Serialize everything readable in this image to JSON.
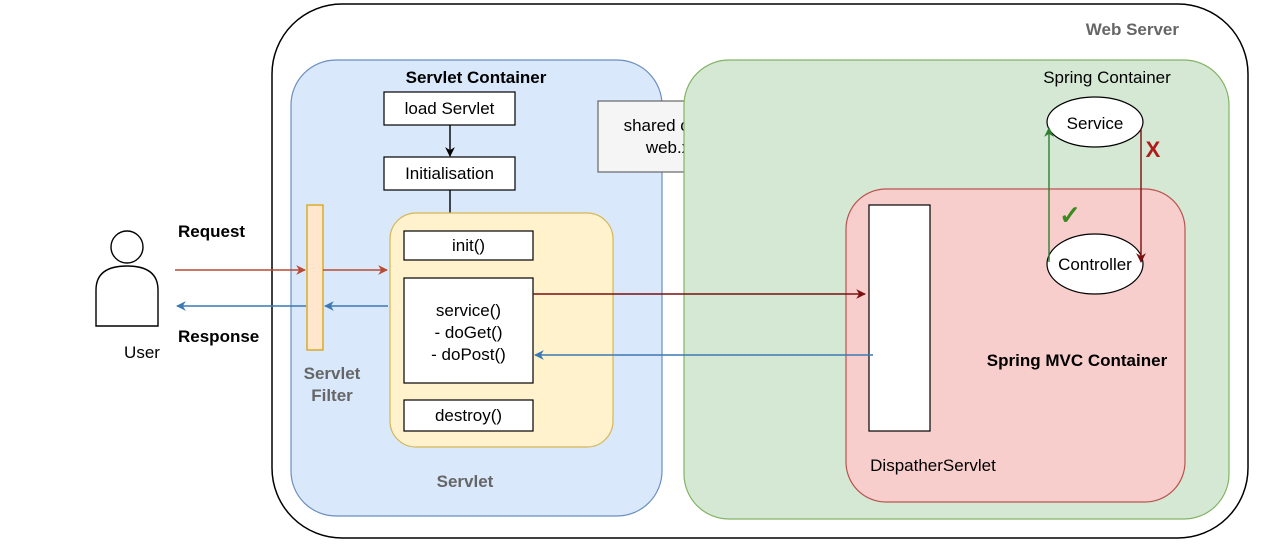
{
  "web_server": {
    "label": "Web Server"
  },
  "user": {
    "label": "User"
  },
  "request": {
    "label": "Request"
  },
  "response": {
    "label": "Response"
  },
  "servlet_filter": {
    "line1": "Servlet",
    "line2": "Filter"
  },
  "servlet_container": {
    "title": "Servlet Container",
    "load_servlet": "load Servlet",
    "initialisation": "Initialisation"
  },
  "servlet": {
    "label": "Servlet",
    "init": "init()",
    "service_lines": [
      "service()",
      "- doGet()",
      "- doPost()"
    ],
    "destroy": "destroy()"
  },
  "shared_config": {
    "line1": "shared config:",
    "line2": "web.xml"
  },
  "spring_container": {
    "title": "Spring Container",
    "service": "Service",
    "controller": "Controller",
    "check_icon": "check-mark-icon",
    "cross_icon": "cross-mark-icon",
    "check_symbol": "✓",
    "cross_symbol": "X"
  },
  "spring_mvc": {
    "title": "Spring MVC Container",
    "dispatcher": "DispatherServlet"
  },
  "colors": {
    "servlet_container_fill": "#dae8fc",
    "servlet_container_stroke": "#6c8ebf",
    "servlet_fill": "#fff2cc",
    "servlet_stroke": "#d6b656",
    "spring_fill": "#d5e8d4",
    "spring_stroke": "#82b366",
    "mvc_fill": "#f8cecc",
    "mvc_stroke": "#b85450",
    "filter_fill": "#ffe6cc",
    "filter_stroke": "#d79b00",
    "request_arrow": "#b84a32",
    "response_arrow": "#3c78b4",
    "dark_red_arrow": "#7a1010",
    "green_arrow": "#2e7d32",
    "cross_color": "#b01c1c",
    "check_color": "#3a8a1e"
  }
}
